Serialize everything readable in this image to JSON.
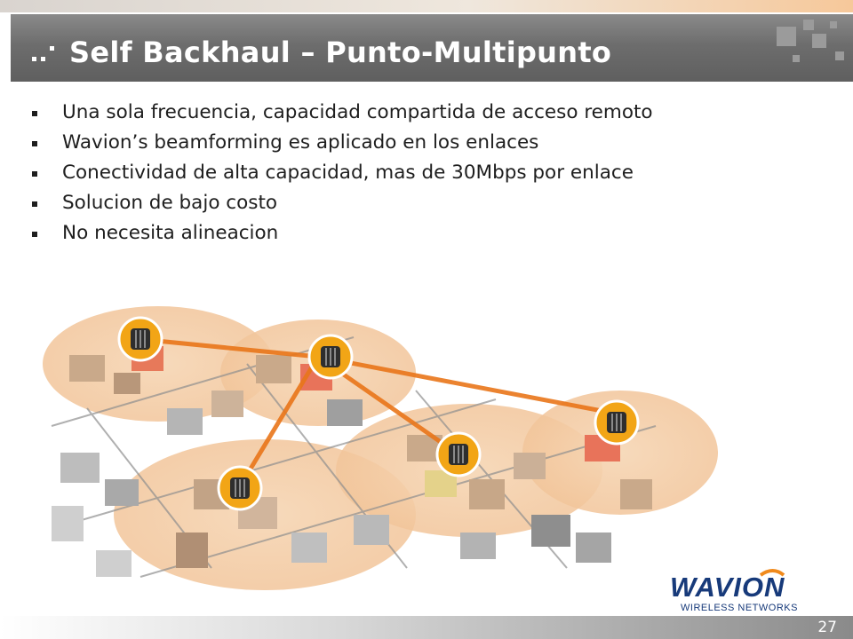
{
  "slide": {
    "title": "Self Backhaul – Punto-Multipunto",
    "bullets": [
      "Una sola frecuencia, capacidad compartida de acceso remoto",
      "Wavion’s beamforming es aplicado en los enlaces",
      "Conectividad de alta capacidad, mas de 30Mbps por enlace",
      "Solucion de bajo costo",
      "No necesita alineacion"
    ],
    "page_number": "27"
  },
  "logo": {
    "brand": "WAVION",
    "tagline": "WIRELESS NETWORKS",
    "colors": {
      "brand": "#173a7a",
      "accent": "#f08a1c"
    }
  },
  "illustration": {
    "nodes": [
      {
        "id": "hub",
        "icon": "base-station-icon"
      },
      {
        "id": "remote-1",
        "icon": "base-station-icon"
      },
      {
        "id": "remote-2",
        "icon": "base-station-icon"
      },
      {
        "id": "remote-3",
        "icon": "base-station-icon"
      },
      {
        "id": "remote-4",
        "icon": "base-station-icon"
      }
    ],
    "colors": {
      "link": "#e9761a",
      "node": "#f2a516",
      "zone": "#f2c9a0",
      "building": "#c9a98a"
    }
  }
}
